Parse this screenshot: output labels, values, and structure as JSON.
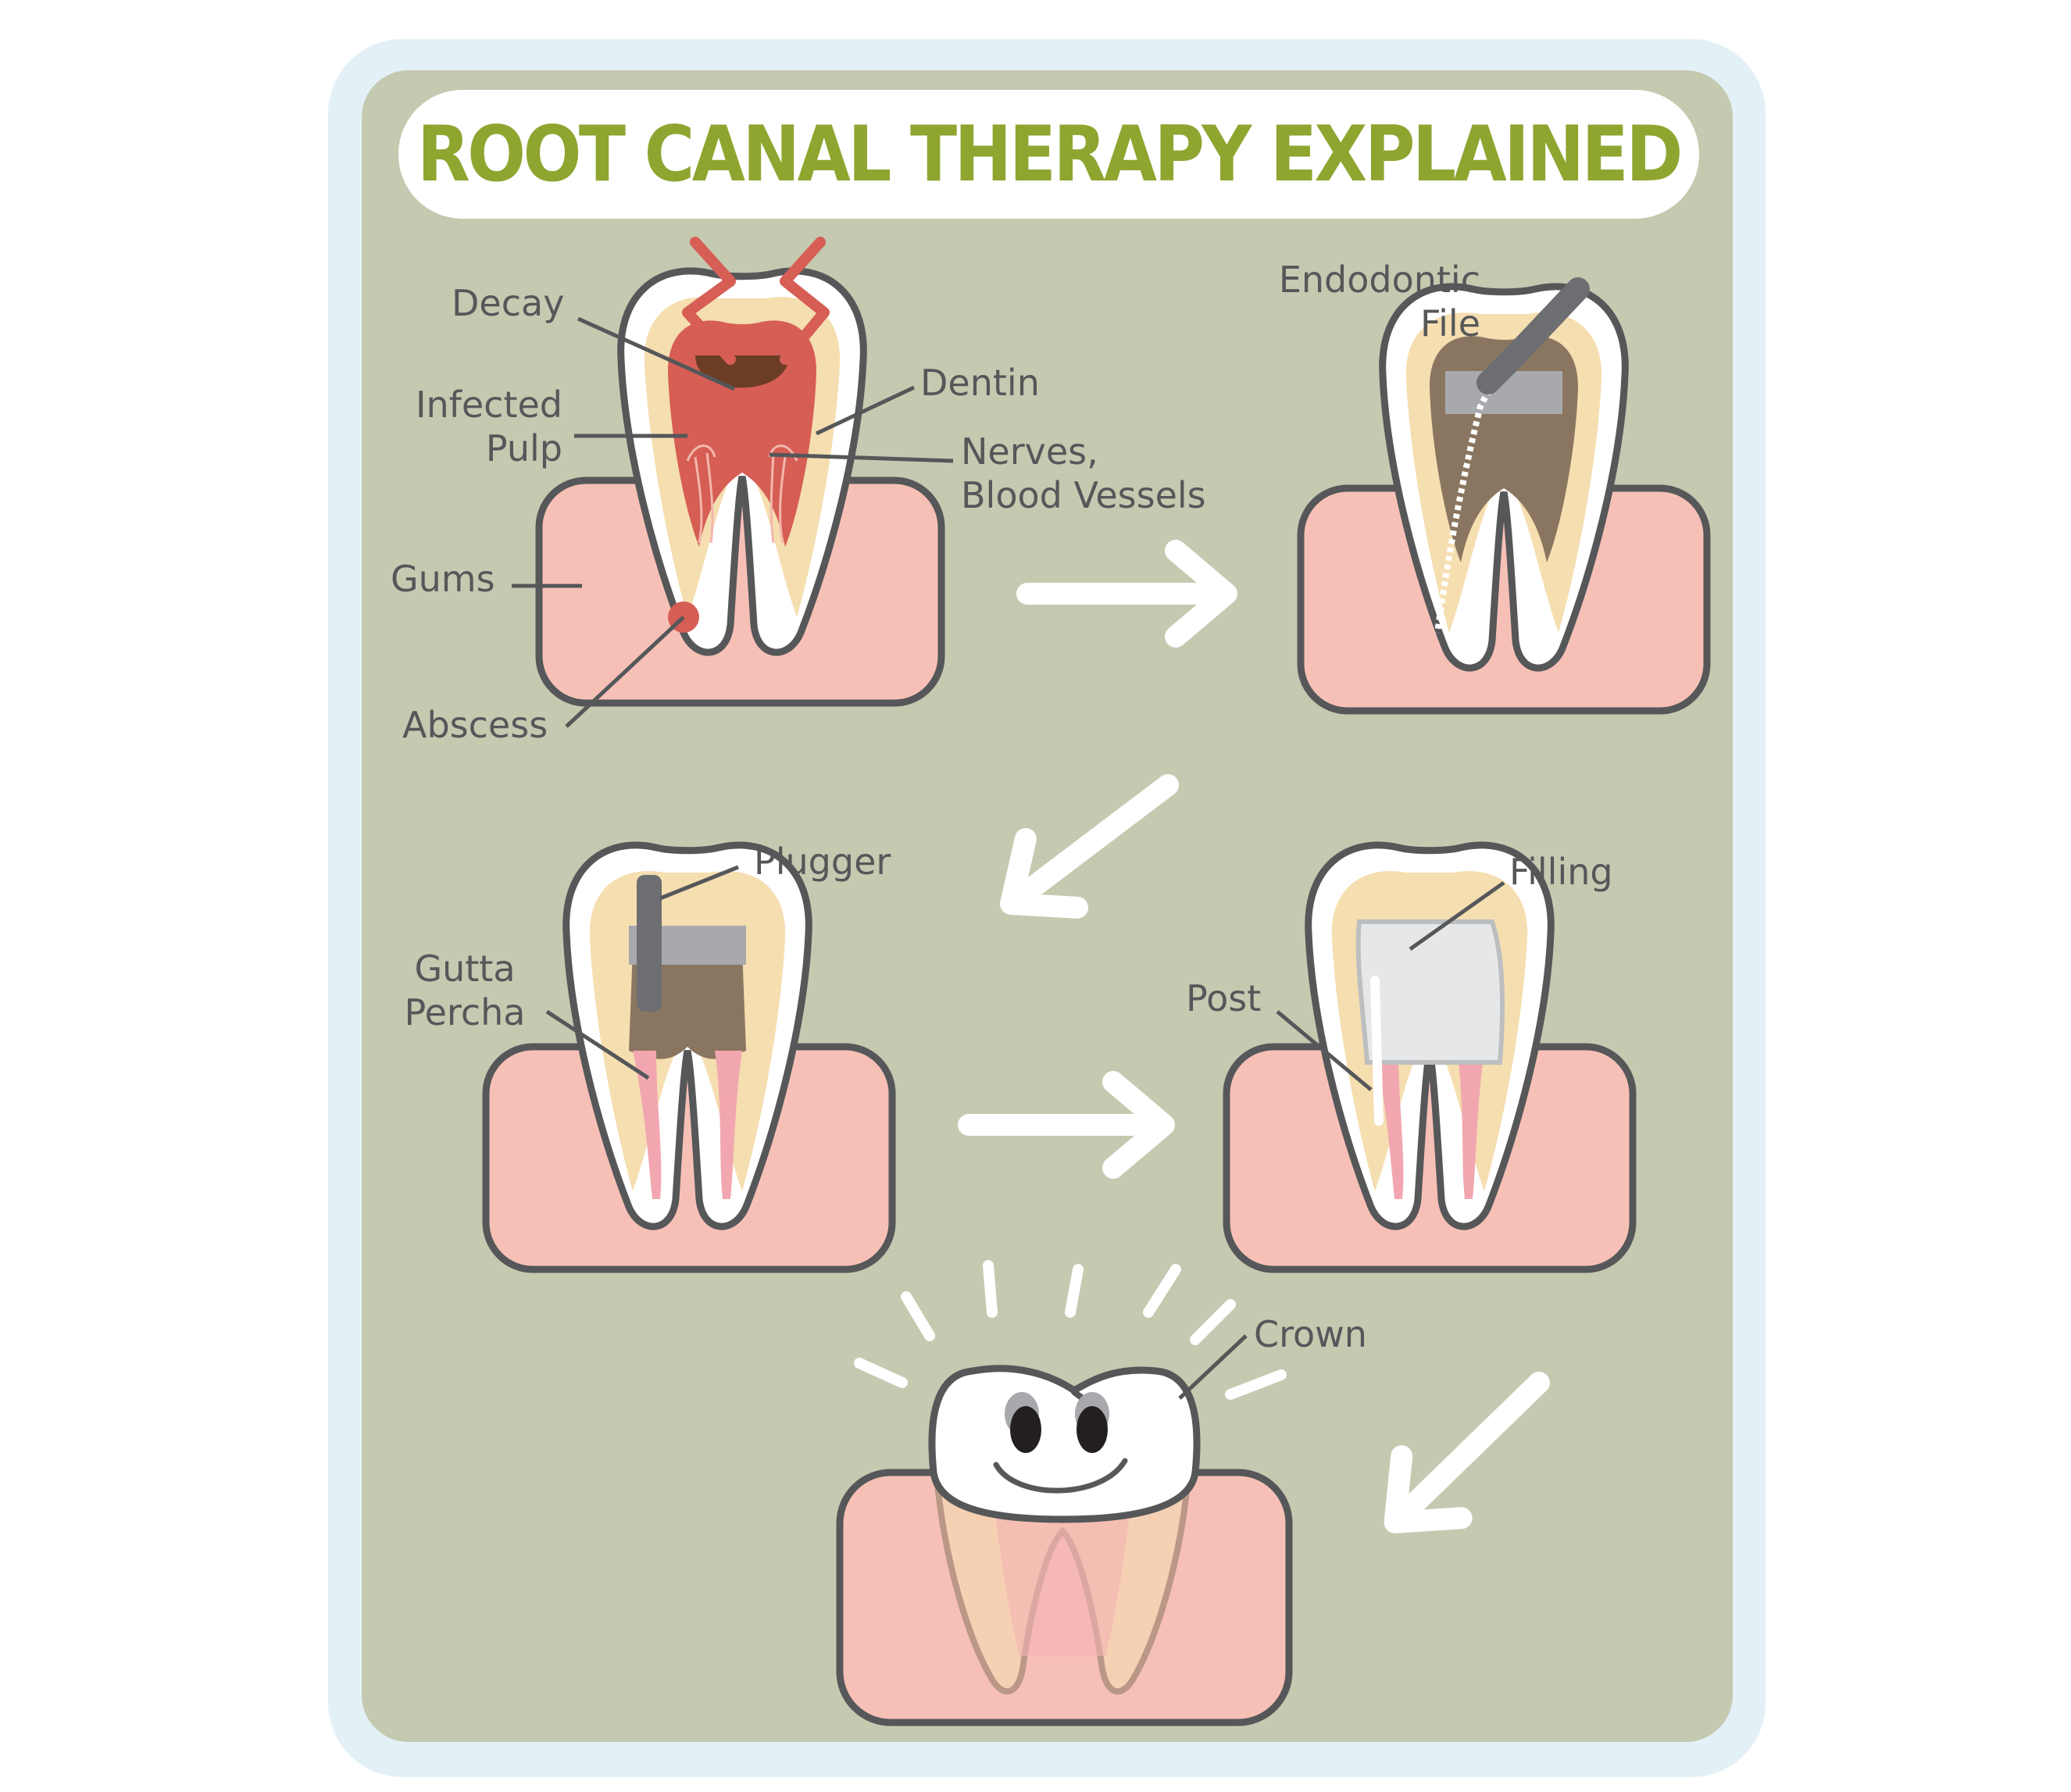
{
  "title": "ROOT CANAL THERAPY EXPLAINED",
  "colors": {
    "title": "#8ea530",
    "panel": "#c5c9b0",
    "frame": "#e3f1f7",
    "gum": "#f7c0b6",
    "outline": "#555759",
    "dentin": "#f5deb0",
    "infected_pulp": "#d65e55",
    "decay": "#6b3d24",
    "treated_canal": "#8a7660",
    "filling": "#e6e7e8",
    "tool": "#6d6e71",
    "pain": "#d65e55"
  },
  "steps": [
    {
      "id": "infected",
      "labels": {
        "decay": "Decay",
        "infected_pulp_1": "Infected",
        "infected_pulp_2": "Pulp",
        "dentin": "Dentin",
        "nerves_1": "Nerves,",
        "nerves_2": "Blood Vessels",
        "gums": "Gums",
        "abscess": "Abscess"
      }
    },
    {
      "id": "cleaning",
      "labels": {
        "file_1": "Endodontic",
        "file_2": "File"
      }
    },
    {
      "id": "sealing",
      "labels": {
        "plugger": "Plugger",
        "gutta_1": "Gutta",
        "gutta_2": "Percha"
      }
    },
    {
      "id": "filling",
      "labels": {
        "filling": "Filling",
        "post": "Post"
      }
    },
    {
      "id": "crown",
      "labels": {
        "crown": "Crown"
      }
    }
  ]
}
